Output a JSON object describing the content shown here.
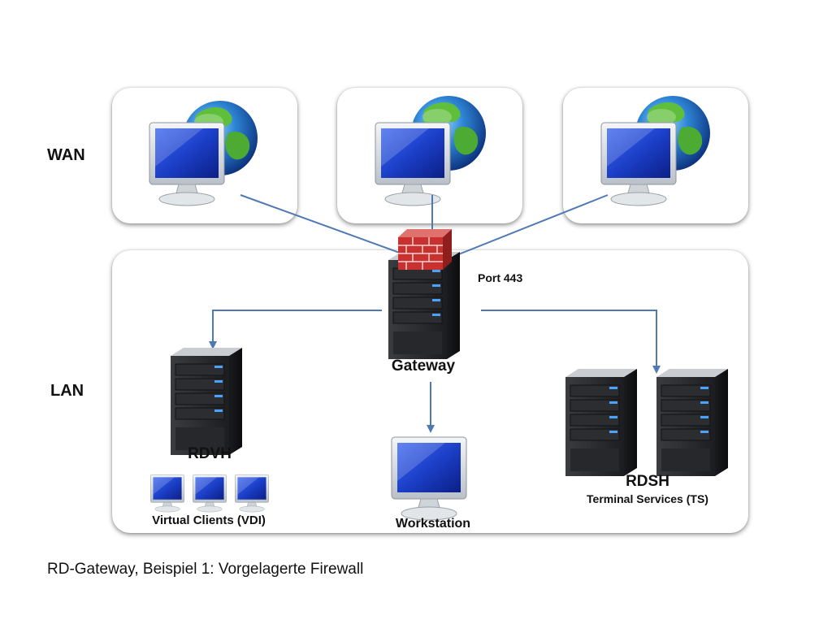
{
  "zones": {
    "wan": "WAN",
    "lan": "LAN"
  },
  "labels": {
    "port": "Port 443",
    "gateway": "Gateway",
    "rdvh": "RDVH",
    "vdi": "Virtual Clients (VDI)",
    "workstation": "Workstation",
    "rdsh": "RDSH",
    "ts": "Terminal Services (TS)"
  },
  "caption": "RD-Gateway, Beispiel 1: Vorgelagerte Firewall",
  "colors": {
    "connector": "#4f79b4",
    "firewall": "#c8312f",
    "screen": "#1c3fc8",
    "server": "#2a2b2e",
    "server_light": "#4aa3ff"
  }
}
